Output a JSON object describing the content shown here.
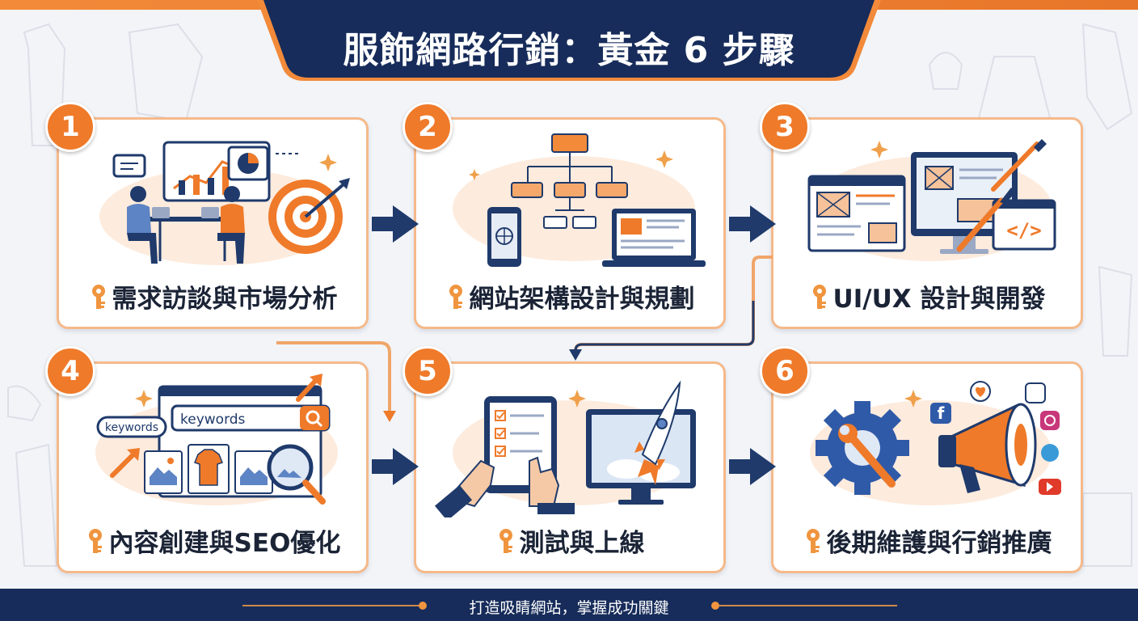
{
  "title": "服飾網路行銷：黃金 6 步驟",
  "steps": [
    {
      "number": "1",
      "label": "需求訪談與市場分析"
    },
    {
      "number": "2",
      "label": "網站架構設計與規劃"
    },
    {
      "number": "3",
      "label": "UI/UX 設計與開發"
    },
    {
      "number": "4",
      "label": "內容創建與SEO優化"
    },
    {
      "number": "5",
      "label": "測試與上線"
    },
    {
      "number": "6",
      "label": "後期維護與行銷推廣"
    }
  ],
  "illustration_text": {
    "keyword_bubble": "keywords",
    "keyword_search": "keywords"
  },
  "footer": "打造吸睛網站，掌握成功關鍵",
  "colors": {
    "navy": "#172c5a",
    "orange": "#ef7a2a",
    "card_border": "#f5b98a",
    "background": "#f2f4f8"
  }
}
